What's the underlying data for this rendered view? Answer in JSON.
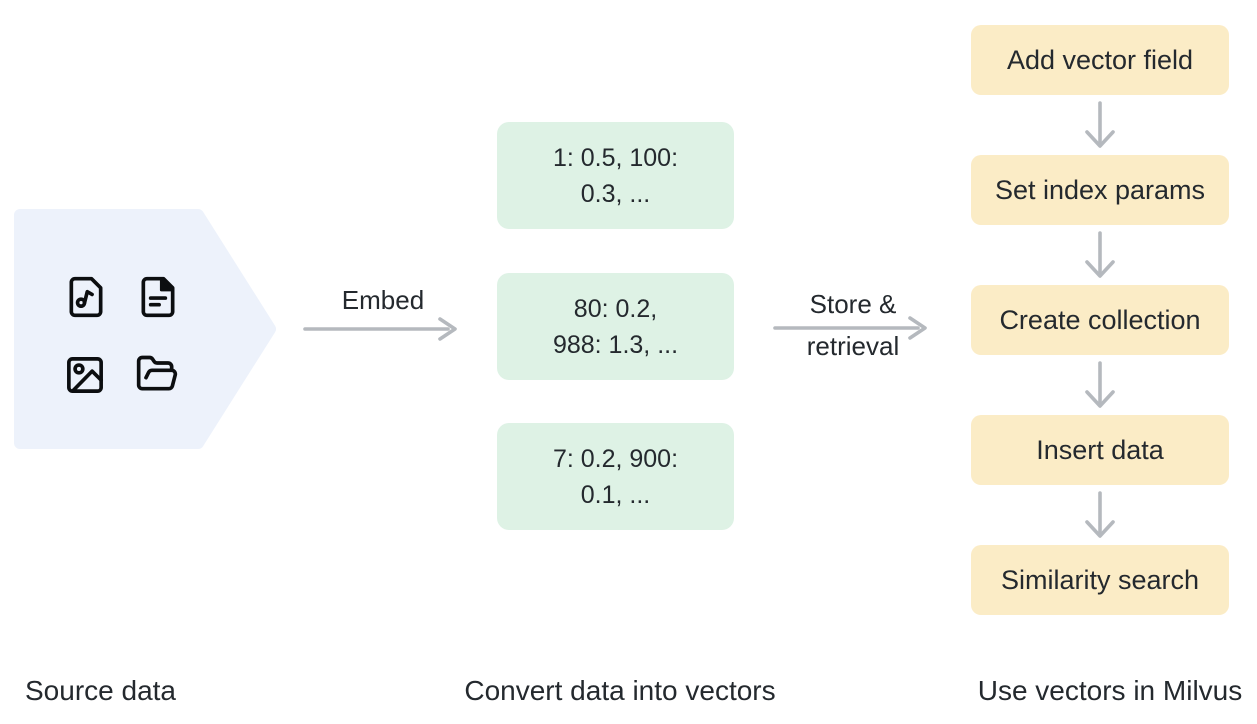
{
  "colors": {
    "background": "#ffffff",
    "text": "#24292e",
    "icon": "#0c0e10",
    "arrow": "#b5b9be",
    "source_shape": "#edf2fb",
    "vector_box": "#def2e5",
    "step_box": "#fbecc6"
  },
  "source": {
    "caption": "Source data",
    "icons": [
      "file-music-icon",
      "file-text-icon",
      "image-icon",
      "folder-open-icon"
    ]
  },
  "embed_arrow": {
    "label": "Embed"
  },
  "vectors": {
    "caption": "Convert data into vectors",
    "boxes": [
      {
        "line1": "1: 0.5, 100:",
        "line2": "0.3, ..."
      },
      {
        "line1": "80: 0.2,",
        "line2": "988: 1.3, ..."
      },
      {
        "line1": "7: 0.2, 900:",
        "line2": "0.1, ..."
      }
    ]
  },
  "store_arrow": {
    "line1": "Store &",
    "line2": "retrieval"
  },
  "milvus": {
    "caption": "Use vectors in Milvus",
    "steps": [
      "Add vector field",
      "Set index params",
      "Create collection",
      "Insert data",
      "Similarity search"
    ]
  }
}
